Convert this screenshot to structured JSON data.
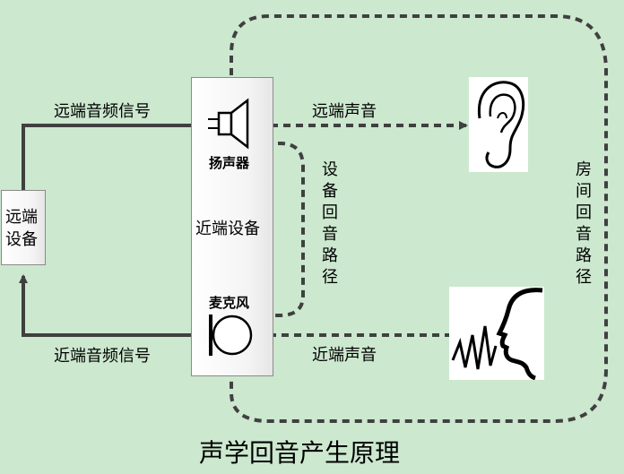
{
  "far_device": {
    "label_line1": "远端",
    "label_line2": "设备"
  },
  "near_device": {
    "label": "近端设备"
  },
  "speaker": {
    "label": "扬声器",
    "icon": "speaker-icon"
  },
  "microphone": {
    "label": "麦克风",
    "icon": "microphone-icon"
  },
  "signals": {
    "far_to_near": "远端音频信号",
    "near_to_far": "近端音频信号"
  },
  "sounds": {
    "far_sound": "远端声音",
    "near_sound": "近端声音"
  },
  "paths": {
    "device_echo": "设备回音路径",
    "room_echo": "房间回音路径"
  },
  "ear": {
    "icon": "ear-icon"
  },
  "mouth": {
    "icon": "speaking-head-icon"
  },
  "caption": "声学回音产生原理",
  "colors": {
    "background": "#CCE8CF",
    "line": "#404040"
  }
}
